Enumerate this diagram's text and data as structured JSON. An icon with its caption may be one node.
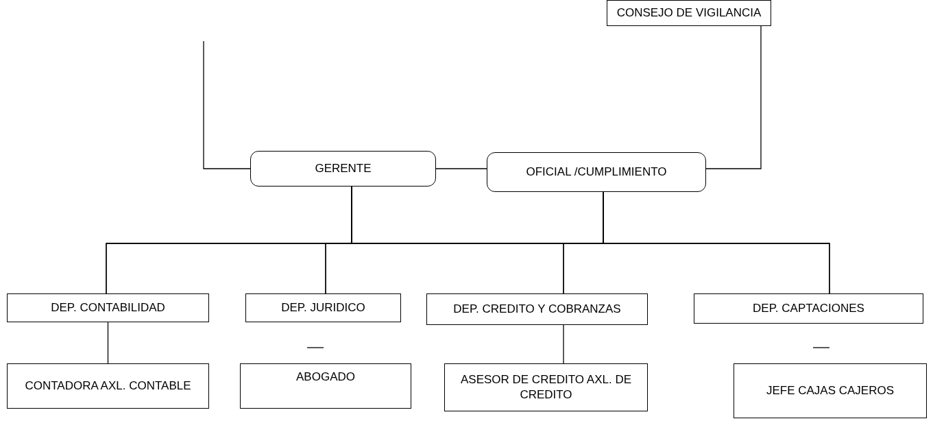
{
  "diagram": {
    "nodes": [
      {
        "text": [
          "CONSEJO DE VIGILANCIA"
        ]
      },
      {
        "text": [
          "GERENTE"
        ]
      },
      {
        "text": [
          "OFICIAL /CUMPLIMIENTO"
        ]
      },
      {
        "text": [
          "DEP. CONTABILIDAD"
        ]
      },
      {
        "text": [
          "DEP. JURIDICO"
        ]
      },
      {
        "text": [
          "DEP. CREDITO Y COBRANZAS"
        ]
      },
      {
        "text": [
          "DEP. CAPTACIONES"
        ]
      },
      {
        "text": [
          "CONTADORA AXL. CONTABLE"
        ]
      },
      {
        "text": [
          "ABOGADO"
        ]
      },
      {
        "text": [
          "ASESOR DE CREDITO AXL. DE CREDITO"
        ]
      },
      {
        "text": [
          "JEFE CAJAS CAJEROS"
        ]
      }
    ],
    "edges": [
      {
        "from": null,
        "to": 1,
        "arrow": "none"
      },
      {
        "from": 1,
        "to": 2,
        "arrow": "none"
      },
      {
        "from": 0,
        "to": 2,
        "arrow": "none"
      },
      {
        "from": 1,
        "to": 3,
        "arrow": "none"
      },
      {
        "from": 1,
        "to": 4,
        "arrow": "none"
      },
      {
        "from": 1,
        "to": 5,
        "arrow": "none"
      },
      {
        "from": 1,
        "to": 6,
        "arrow": "none"
      },
      {
        "from": 2,
        "to": 3,
        "arrow": "none"
      },
      {
        "from": 2,
        "to": 4,
        "arrow": "none"
      },
      {
        "from": 2,
        "to": 5,
        "arrow": "none"
      },
      {
        "from": 2,
        "to": 6,
        "arrow": "none"
      },
      {
        "from": 3,
        "to": 7,
        "arrow": "none"
      },
      {
        "from": 5,
        "to": 9,
        "arrow": "none"
      }
    ]
  }
}
